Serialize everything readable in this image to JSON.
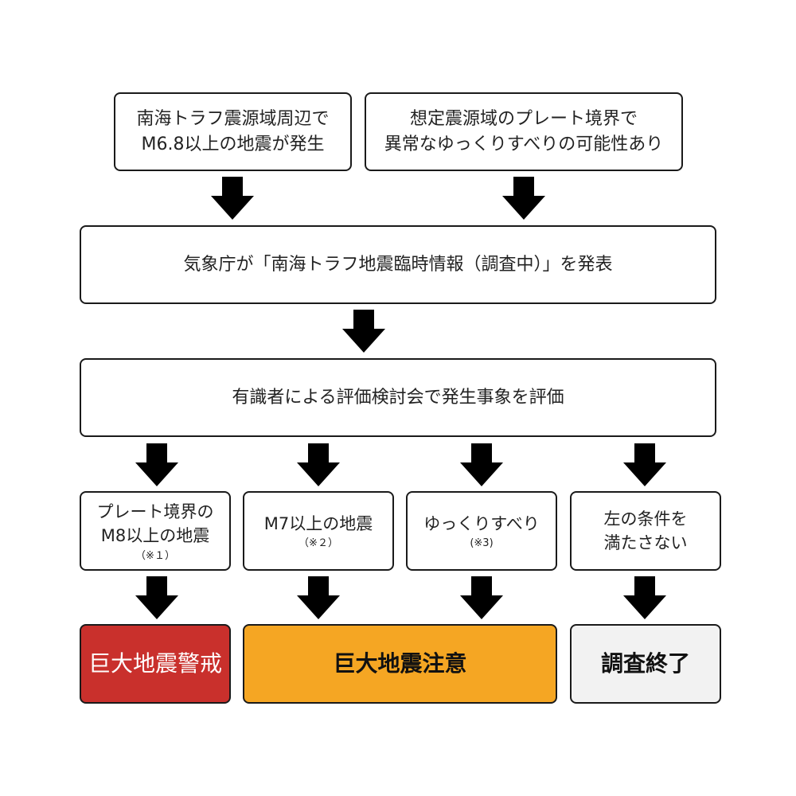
{
  "top": {
    "left": {
      "line1": "南海トラフ震源域周辺で",
      "line2": "M6.8以上の地震が発生"
    },
    "right": {
      "line1": "想定震源域のプレート境界で",
      "line2": "異常なゆっくりすべりの可能性あり"
    }
  },
  "announce": "気象庁が「南海トラフ地震臨時情報（調査中）」を発表",
  "evaluate": "有識者による評価検討会で発生事象を評価",
  "cases": [
    {
      "line1": "プレート境界の",
      "line2": "M8以上の地震",
      "note": "（※１）"
    },
    {
      "line1": "M7以上の地震",
      "note": "（※２）"
    },
    {
      "line1": "ゆっくりすべり",
      "note": "(※3)"
    },
    {
      "line1": "左の条件を",
      "line2": "満たさない"
    }
  ],
  "results": {
    "warning": {
      "label": "巨大地震警戒",
      "color": "#c9302c"
    },
    "caution": {
      "label": "巨大地震注意",
      "color": "#f5a623"
    },
    "end": {
      "label": "調査終了",
      "color": "#f2f2f2"
    }
  },
  "icons": {
    "arrow": "down-arrow-icon"
  }
}
